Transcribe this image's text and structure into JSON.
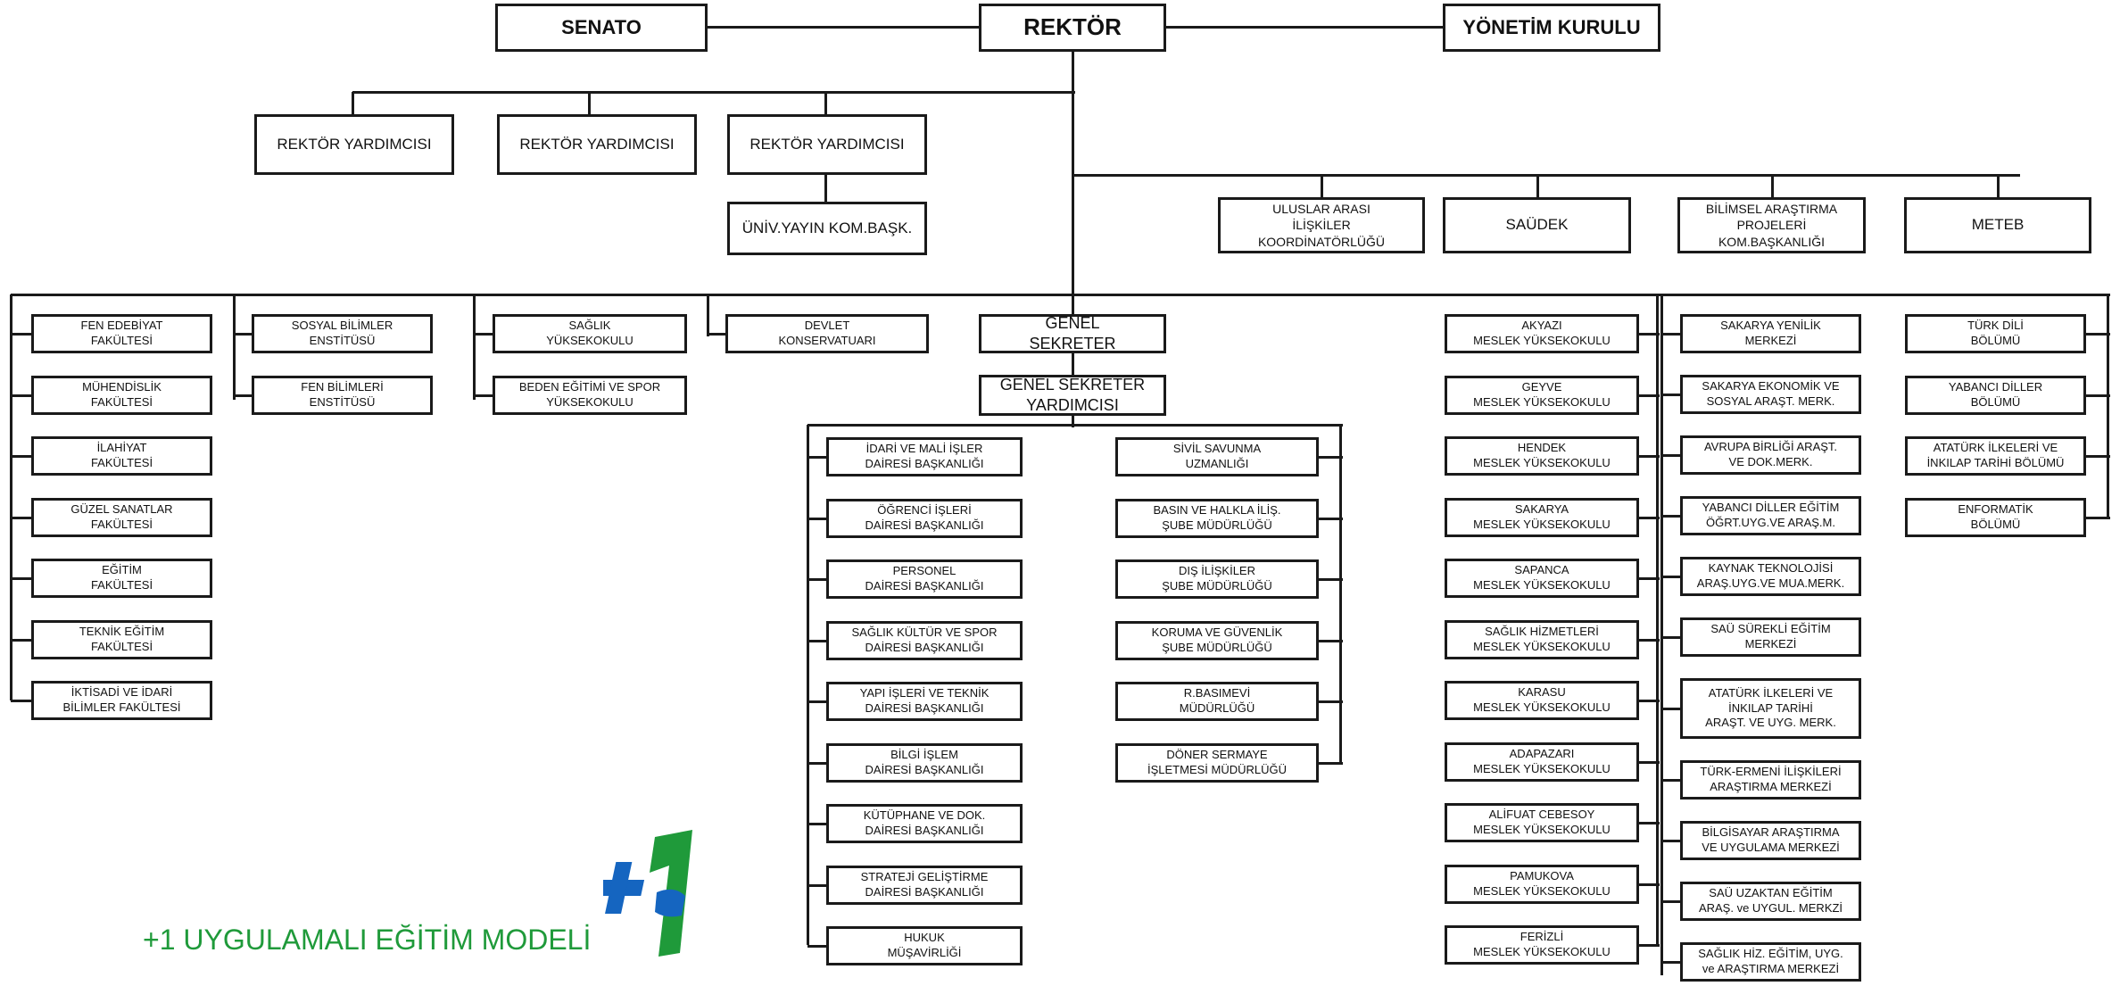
{
  "top": {
    "senato": "SENATO",
    "rektor": "REKTÖR",
    "yonetim": "YÖNETİM KURULU"
  },
  "vice_rectors": [
    "REKTÖR YARDIMCISI",
    "REKTÖR YARDIMCISI",
    "REKTÖR YARDIMCISI"
  ],
  "yayin": "ÜNİV.YAYIN KOM.BAŞK.",
  "units": [
    "ULUSLAR ARASI\nİLİŞKİLER\nKOORDİNATÖRLÜĞÜ",
    "SAÜDEK",
    "BİLİMSEL ARAŞTIRMA\nPROJELERİ\nKOM.BAŞKANLIĞI",
    "METEB"
  ],
  "faculties": [
    "FEN EDEBİYAT\nFAKÜLTESİ",
    "MÜHENDİSLİK\nFAKÜLTESİ",
    "İLAHİYAT\nFAKÜLTESİ",
    "GÜZEL SANATLAR\nFAKÜLTESİ",
    "EĞİTİM\nFAKÜLTESİ",
    "TEKNİK EĞİTİM\nFAKÜLTESİ",
    "İKTİSADİ VE İDARİ\nBİLİMLER FAKÜLTESİ"
  ],
  "institutes": [
    "SOSYAL BİLİMLER\nENSTİTÜSÜ",
    "FEN BİLİMLERİ\nENSTİTÜSÜ"
  ],
  "schools": [
    "SAĞLIK\nYÜKSEKOKULU",
    "BEDEN EĞİTİMİ VE SPOR\nYÜKSEKOKULU"
  ],
  "konservatuar": "DEVLET\nKONSERVATUARI",
  "genel_sekreter": "GENEL\nSEKRETER",
  "gs_yardimcisi": "GENEL SEKRETER\nYARDIMCISI",
  "daireler": [
    "İDARİ VE MALİ İŞLER\nDAİRESİ BAŞKANLIĞI",
    "ÖĞRENCİ İŞLERİ\nDAİRESİ BAŞKANLIĞI",
    "PERSONEL\nDAİRESİ BAŞKANLIĞI",
    "SAĞLIK KÜLTÜR VE SPOR\nDAİRESİ BAŞKANLIĞI",
    "YAPI İŞLERİ VE TEKNİK\nDAİRESİ BAŞKANLIĞI",
    "BİLGİ İŞLEM\nDAİRESİ BAŞKANLIĞI",
    "KÜTÜPHANE VE DOK.\nDAİRESİ BAŞKANLIĞI",
    "STRATEJİ GELİŞTİRME\nDAİRESİ BAŞKANLIĞI",
    "HUKUK\nMÜŞAVİRLİĞİ"
  ],
  "mudurlukler": [
    "SİVİL SAVUNMA\nUZMANLIĞI",
    "BASIN VE HALKLA İLİŞ.\nŞUBE MÜDÜRLÜĞÜ",
    "DIŞ İLİŞKİLER\nŞUBE MÜDÜRLÜĞÜ",
    "KORUMA VE GÜVENLİK\nŞUBE MÜDÜRLÜĞÜ",
    "R.BASIMEVİ\nMÜDÜRLÜĞÜ",
    "DÖNER SERMAYE\nİŞLETMESİ MÜDÜRLÜĞÜ"
  ],
  "myo": [
    "AKYAZI\nMESLEK YÜKSEKOKULU",
    "GEYVE\nMESLEK YÜKSEKOKULU",
    "HENDEK\nMESLEK YÜKSEKOKULU",
    "SAKARYA\nMESLEK YÜKSEKOKULU",
    "SAPANCA\nMESLEK YÜKSEKOKULU",
    "SAĞLIK HİZMETLERİ\nMESLEK YÜKSEKOKULU",
    "KARASU\nMESLEK YÜKSEKOKULU",
    "ADAPAZARI\nMESLEK YÜKSEKOKULU",
    "ALİFUAT CEBESOY\nMESLEK YÜKSEKOKULU",
    "PAMUKOVA\nMESLEK YÜKSEKOKULU",
    "FERİZLİ\nMESLEK YÜKSEKOKULU"
  ],
  "merkezler": [
    "SAKARYA YENİLİK\nMERKEZİ",
    "SAKARYA EKONOMİK VE\nSOSYAL ARAŞT. MERK.",
    "AVRUPA BİRLİĞİ ARAŞT.\nVE DOK.MERK.",
    "YABANCI DİLLER EĞİTİM\nÖĞRT.UYG.VE ARAŞ.M.",
    "KAYNAK TEKNOLOJİSİ\nARAŞ.UYG.VE MUA.MERK.",
    "SAÜ SÜREKLİ EĞİTİM\nMERKEZİ",
    "ATATÜRK İLKELERİ VE\nİNKILAP TARİHİ\nARAŞT. VE UYG. MERK.",
    "TÜRK-ERMENİ İLİŞKİLERİ\nARAŞTIRMA MERKEZİ",
    "BİLGİSAYAR ARAŞTIRMA\nVE UYGULAMA MERKEZİ",
    "SAÜ UZAKTAN EĞİTİM\nARAŞ. ve UYGUL. MERKZİ",
    "SAĞLIK HİZ. EĞİTİM, UYG.\nve  ARAŞTIRMA MERKEZİ"
  ],
  "bolumler": [
    "TÜRK DİLİ\nBÖLÜMÜ",
    "YABANCI DİLLER\nBÖLÜMÜ",
    "ATATÜRK İLKELERİ VE\nİNKILAP TARİHİ BÖLÜMÜ",
    "ENFORMATİK\nBÖLÜMÜ"
  ],
  "brand": "+1 UYGULAMALI EĞİTİM MODELİ",
  "colors": {
    "brand_green": "#1f9a3a",
    "brand_blue": "#1565c0",
    "line": "#1a1a1a"
  }
}
